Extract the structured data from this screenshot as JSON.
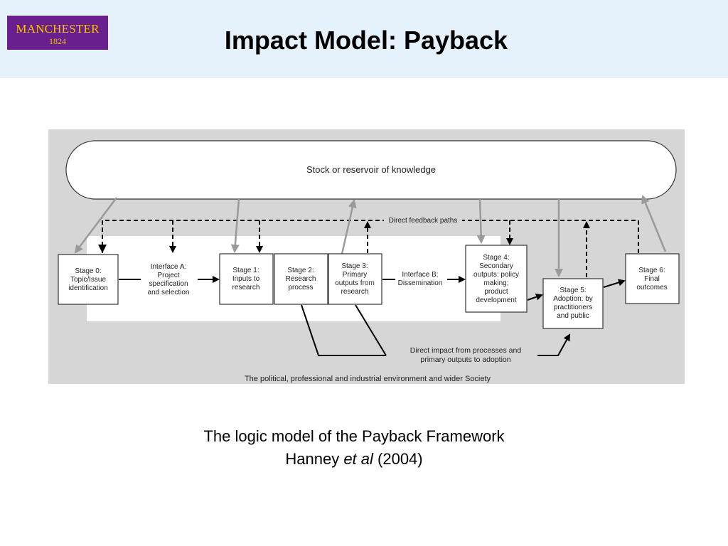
{
  "header": {
    "logo_line1": "MANCHESTER",
    "logo_line2": "1824",
    "title": "Impact Model: Payback",
    "bg_color": "#e6f2fb",
    "logo_color": "#6a1f8f",
    "logo_text_color": "#f2c200"
  },
  "diagram": {
    "reservoir_label": "Stock or reservoir of knowledge",
    "feedback_label": "Direct feedback paths",
    "stage0": {
      "l1": "Stage 0:",
      "l2": "Topic/Issue",
      "l3": "identification"
    },
    "interfaceA": {
      "l1": "Interface A:",
      "l2": "Project",
      "l3": "specification",
      "l4": "and selection"
    },
    "stage1": {
      "l1": "Stage 1:",
      "l2": "Inputs to",
      "l3": "research"
    },
    "stage2": {
      "l1": "Stage 2:",
      "l2": "Research",
      "l3": "process"
    },
    "stage3": {
      "l1": "Stage 3:",
      "l2": "Primary",
      "l3": "outputs from",
      "l4": "research"
    },
    "interfaceB": {
      "l1": "Interface B:",
      "l2": "Dissemination"
    },
    "stage4": {
      "l1": "Stage 4:",
      "l2": "Secondary",
      "l3": "outputs: policy",
      "l4": "making;",
      "l5": "product",
      "l6": "development"
    },
    "stage5": {
      "l1": "Stage 5:",
      "l2": "Adoption: by",
      "l3": "practitioners",
      "l4": "and public"
    },
    "stage6": {
      "l1": "Stage 6:",
      "l2": "Final",
      "l3": "outcomes"
    },
    "direct_impact": {
      "l1": "Direct impact from processes and",
      "l2": "primary outputs to adoption"
    },
    "environment_label": "The political, professional and industrial environment and wider Society"
  },
  "caption": {
    "line1": "The logic model of the Payback Framework",
    "line2_pre": "Hanney ",
    "line2_italic": "et al",
    "line2_post": " (2004)"
  }
}
